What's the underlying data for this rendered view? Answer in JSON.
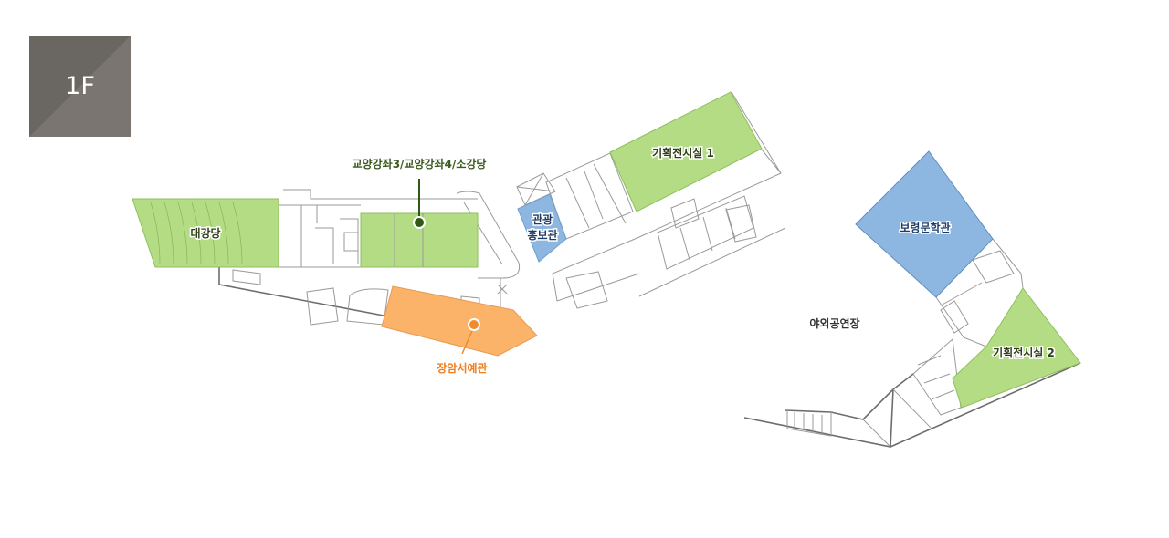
{
  "floor": {
    "label": "1F"
  },
  "rooms": [
    {
      "id": "main-auditorium",
      "name": "대강당",
      "type": "hall",
      "color": "#b4dc84"
    },
    {
      "id": "lecture-rooms",
      "name": "교양강좌3/교양강좌4/소강당",
      "type": "hall",
      "color": "#b4dc84"
    },
    {
      "id": "calligraphy-hall",
      "name": "장암서예관",
      "type": "exhibit",
      "color": "#fbb36a"
    },
    {
      "id": "tourism-hall",
      "name": "관광\n홍보관",
      "line1": "관광",
      "line2": "홍보관",
      "type": "info",
      "color": "#8db7e0"
    },
    {
      "id": "exhibition-1",
      "name": "기획전시실 1",
      "type": "exhibit",
      "color": "#b4dc84"
    },
    {
      "id": "literature-hall",
      "name": "보령문학관",
      "type": "info",
      "color": "#8db7e0"
    },
    {
      "id": "exhibition-2",
      "name": "기획전시실 2",
      "type": "exhibit",
      "color": "#b4dc84"
    },
    {
      "id": "outdoor-stage",
      "name": "야외공연장",
      "type": "outdoor"
    }
  ],
  "colors": {
    "green": "#b4dc84",
    "blue": "#8db7e0",
    "orange": "#fbb36a",
    "marker_green": "#2f5a14",
    "marker_orange": "#f08a2c",
    "label_orange": "#f07d1e",
    "label_green": "#3c5a1e"
  }
}
